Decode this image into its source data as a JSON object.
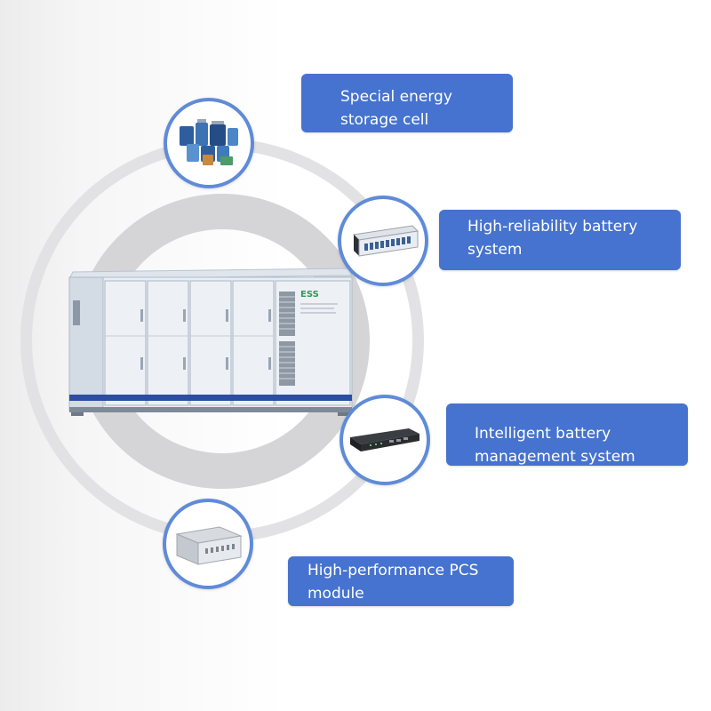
{
  "labels": {
    "cell": {
      "line1": "Special energy",
      "line2": "storage cell"
    },
    "battery": {
      "line1": "High-reliability battery",
      "line2": "system"
    },
    "bms": {
      "line1": "Intelligent battery",
      "line2": "management system"
    },
    "pcs": {
      "line1": "High-performance PCS",
      "line2": "module"
    }
  },
  "container": {
    "badge": "ESS"
  },
  "colors": {
    "label_bg": "#4673cf",
    "node_border": "#5f8bd8",
    "ring_outer": "#e2e2e4",
    "ring_inner": "#d5d5d7",
    "container_stripe": "#2c4ea0",
    "badge_green": "#2e9a55"
  },
  "icons": {
    "cell": "battery-cells-icon",
    "battery": "battery-rack-icon",
    "bms": "bms-unit-icon",
    "pcs": "pcs-module-icon"
  }
}
